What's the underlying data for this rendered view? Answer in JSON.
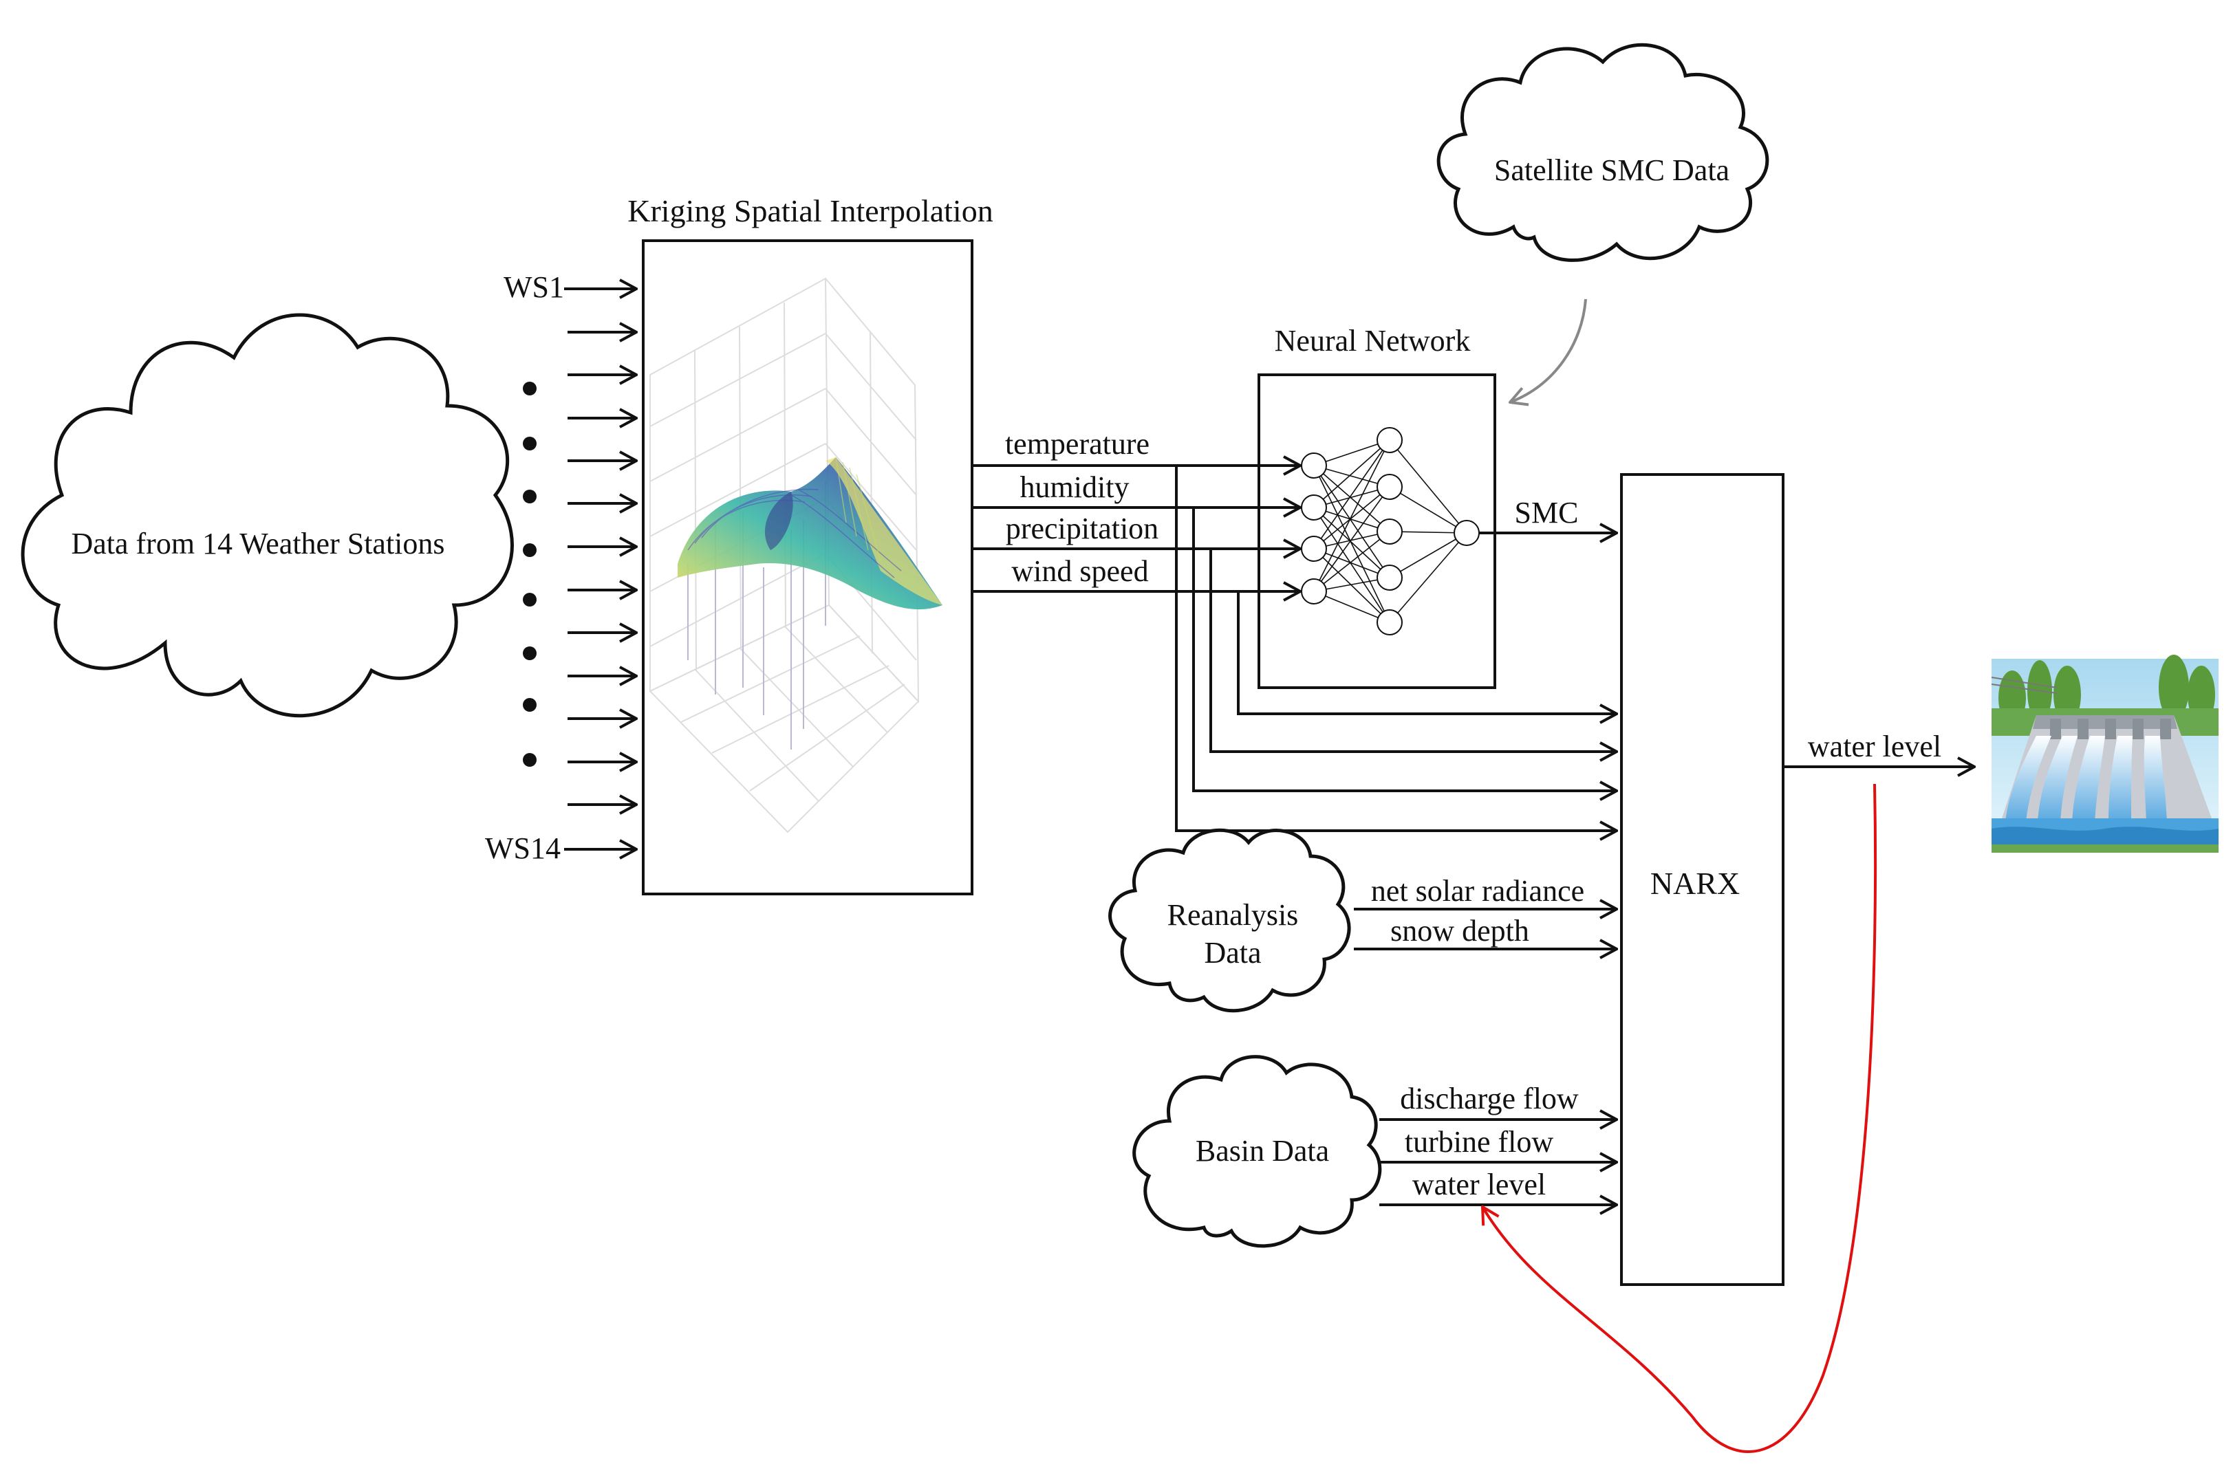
{
  "clouds": {
    "weather": "Data from 14 Weather Stations",
    "satellite": "Satellite SMC Data",
    "reanalysis_line1": "Reanalysis",
    "reanalysis_line2": "Data",
    "basin": "Basin Data"
  },
  "kriging": {
    "title": "Kriging Spatial Interpolation",
    "station_first": "WS1",
    "station_last": "WS14"
  },
  "neural_network": {
    "title": "Neural Network",
    "output": "SMC"
  },
  "variables": {
    "temperature": "temperature",
    "humidity": "humidity",
    "precipitation": "precipitation",
    "wind_speed": "wind speed"
  },
  "reanalysis_inputs": {
    "solar": "net solar radiance",
    "snow": "snow depth"
  },
  "basin_inputs": {
    "discharge": "discharge flow",
    "turbine": "turbine flow",
    "water_level": "water level"
  },
  "narx": {
    "label": "NARX",
    "output": "water level"
  },
  "colors": {
    "feedback": "#e01010",
    "satellite_arrow": "#888888",
    "surface_low": "#f2e35a",
    "surface_mid": "#3fb8a8",
    "surface_high": "#3c2fb0"
  },
  "icons": {
    "dam": "hydroelectric-dam-icon",
    "surface": "kriging-surface-icon"
  }
}
